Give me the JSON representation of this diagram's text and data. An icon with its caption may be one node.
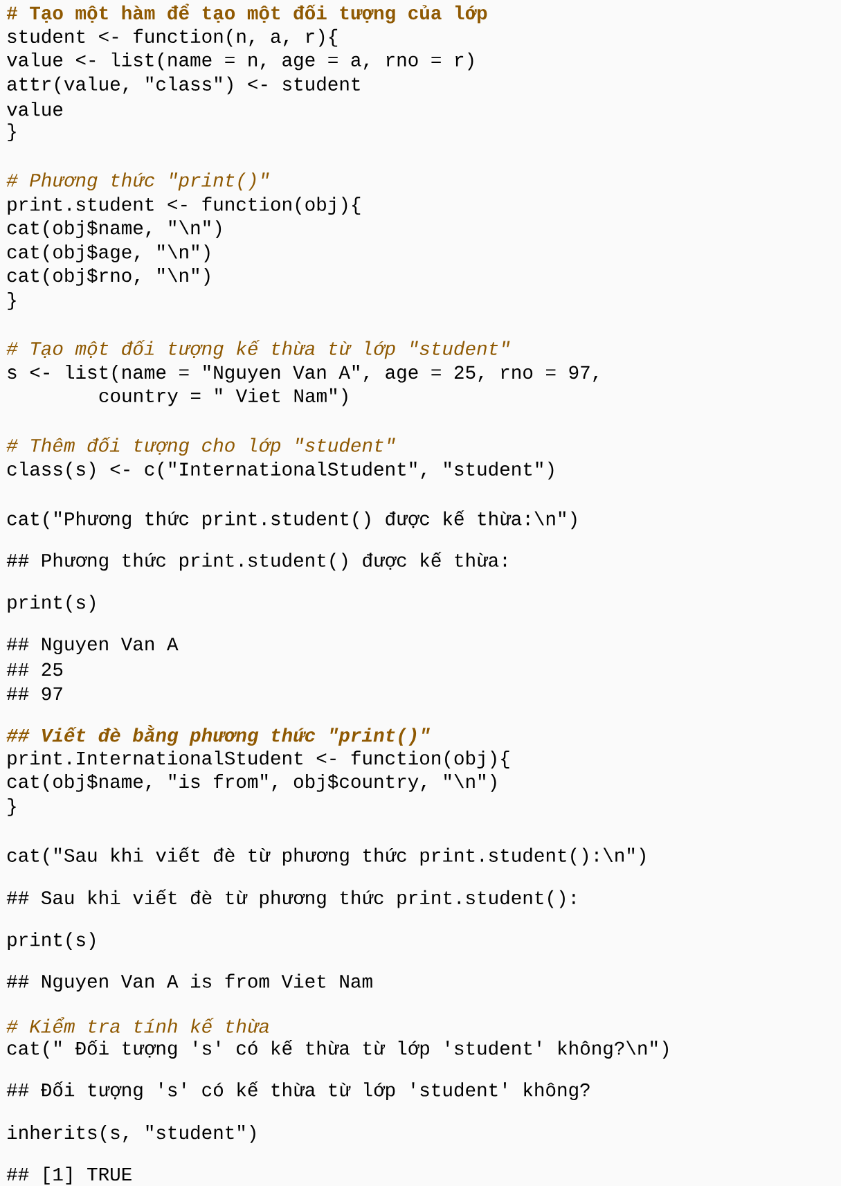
{
  "diagram": {
    "labels": [
      "# Tạo một hàm để tạo một đối tượng của lớp",
      "student <- function(n, a, r){",
      "value <- list(name = n, age = a, rno = r)",
      "attr(value, \"class\") <- student",
      "value",
      "}",
      "# Phương thức \"print()\"",
      "print.student <- function(obj){",
      "cat(obj$name, \"\\n\")",
      "cat(obj$age, \"\\n\")",
      "cat(obj$rno, \"\\n\")",
      "}",
      "# Tạo một đối tượng kế thừa từ lớp \"student\"",
      "s <- list(name = \"Nguyen Van A\", age = 25, rno = 97,",
      "country = \" Viet Nam\")",
      "# Thêm đối tượng cho lớp \"student\"",
      "class(s) <- c(\"InternationalStudent\", \"student\")",
      "cat(\"Phương thức print.student() được kế thừa:\\n\")",
      "## Phương thức print.student() được kế thừa:",
      "print(s)",
      "## Nguyen Van A",
      "## 25",
      "## 97",
      "## Viết đè bằng phương thức \"print()\"",
      "print.InternationalStudent <- function(obj){",
      "cat(obj$name, \"is from\", obj$country, \"\\n\")",
      "}",
      "cat(\"Sau khi viết đè từ phương thức print.student():\\n\")",
      "## Sau khi viết đè từ phương thức print.student():",
      "print(s)",
      "## Nguyen Van A is from  Viet Nam",
      "# Kiểm tra tính kế thừa",
      "cat(\" Đối tượng 's' có kế thừa từ lớp 'student' không?\\n\")",
      "##  Đối tượng 's' có kế thừa từ lớp 'student' không?",
      "inherits(s, \"student\")",
      "## [1] TRUE"
    ]
  }
}
